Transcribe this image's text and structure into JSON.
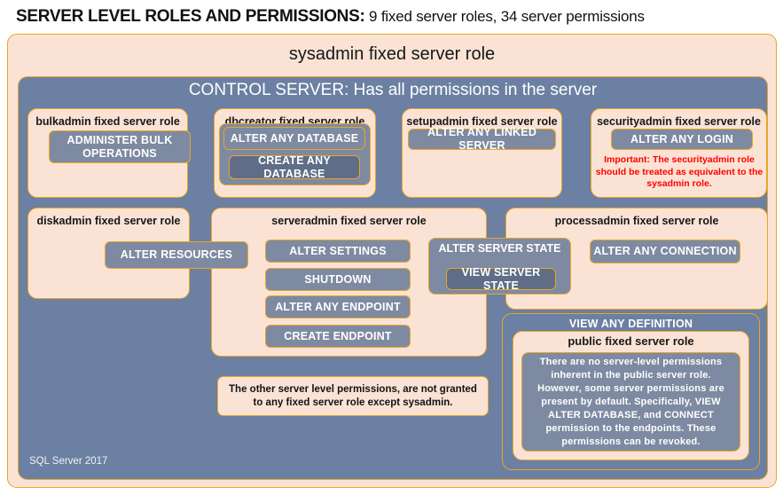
{
  "title": {
    "main": "SERVER LEVEL ROLES AND PERMISSIONS:",
    "sub": " 9 fixed server roles, 34 server permissions"
  },
  "colors": {
    "peach": "#FAE3D4",
    "blue": "#6B80A2",
    "permission": "#7E8AA1",
    "permission_dark": "#5F6D87",
    "border_gold": "#E8A629",
    "warning_red": "#FF0000"
  },
  "outer": {
    "sysadmin_label": "sysadmin fixed server role",
    "control_server_label": "CONTROL SERVER: Has all permissions in the server",
    "version_label": "SQL Server 2017"
  },
  "roles": {
    "bulkadmin": {
      "title": "bulkadmin fixed server role",
      "permissions": [
        "ADMINISTER  BULK OPERATIONS"
      ]
    },
    "dbcreator": {
      "title": "dbcreator fixed server role",
      "permissions": [
        "ALTER ANY DATABASE",
        "CREATE  ANY DATABASE"
      ]
    },
    "setupadmin": {
      "title": "setupadmin fixed server role",
      "permissions": [
        "ALTER ANY LINKED SERVER"
      ]
    },
    "securityadmin": {
      "title": "securityadmin fixed server role",
      "permissions": [
        "ALTER ANY LOGIN"
      ],
      "note": "Important: The securityadmin role should be treated as equivalent to the sysadmin role."
    },
    "diskadmin": {
      "title": "diskadmin fixed server role",
      "permissions": [
        "ALTER RESOURCES"
      ]
    },
    "serveradmin": {
      "title": "serveradmin fixed server role",
      "permissions": [
        "ALTER SETTINGS",
        "SHUTDOWN",
        "ALTER ANY ENDPOINT",
        "CREATE  ENDPOINT"
      ]
    },
    "processadmin": {
      "title": "processadmin fixed server role",
      "permissions": [
        "ALTER ANY CONNECTION"
      ]
    },
    "shared": {
      "alter_server_state": "ALTER SERVER  STATE",
      "view_server_state": "VIEW SERVER  STATE"
    },
    "public": {
      "view_any_definition": "VIEW ANY DEFINITION",
      "title": "public fixed server role",
      "note": "There are no server-level permissions inherent in the public server role. However, some server permissions are present by default. Specifically, VIEW ALTER DATABASE, and CONNECT permission to the endpoints. These permissions can be revoked."
    }
  },
  "notes": {
    "other_permissions": "The other server level permissions, are not granted to any fixed server role except sysadmin."
  }
}
